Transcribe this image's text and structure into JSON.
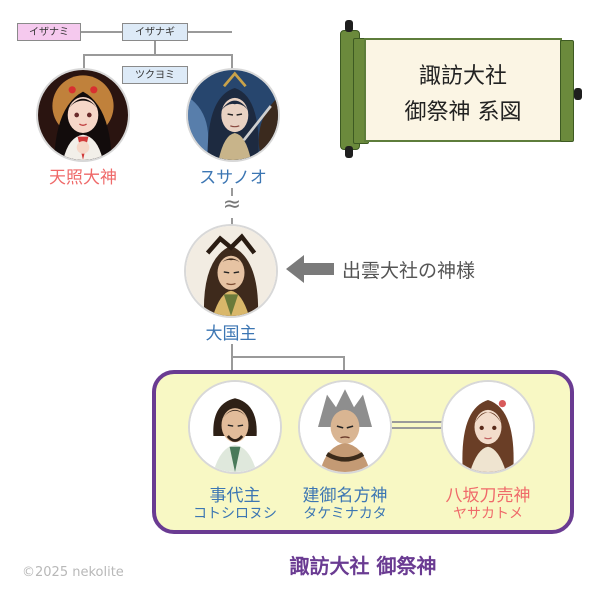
{
  "ancestors": {
    "izanami": "イザナミ",
    "izanagi": "イザナギ",
    "tsukuyomi": "ツクヨミ"
  },
  "title": {
    "line1": "諏訪大社",
    "line2": "御祭神 系図"
  },
  "people": {
    "amaterasu": {
      "name": "天照大神"
    },
    "susanoo": {
      "name": "スサノオ"
    },
    "okuninushi": {
      "name": "大国主"
    },
    "kotoshiro": {
      "name": "事代主",
      "kana": "コトシロヌシ"
    },
    "takeminakata": {
      "name": "建御名方神",
      "kana": "タケミナカタ"
    },
    "yasakatome": {
      "name": "八坂刀売神",
      "kana": "ヤサカトメ"
    }
  },
  "lineage_gap": "≈",
  "izumo_note": "出雲大社の神様",
  "group_caption": "諏訪大社 御祭神",
  "copyright": "©2025 nekolite",
  "colors": {
    "pink_name": "#ef6a6a",
    "blue_name": "#3c76b3",
    "group_border": "#6a3b92",
    "group_fill": "#f8f8c4",
    "scroll_green": "#5e7d3b",
    "arrow_gray": "#7a7a7a"
  }
}
